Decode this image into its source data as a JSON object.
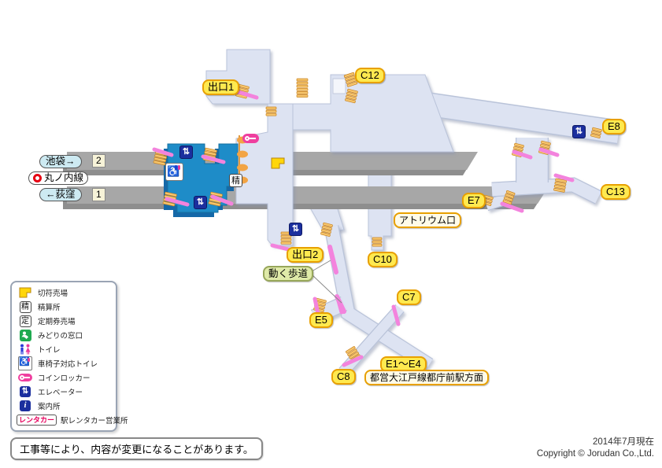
{
  "map": {
    "line": {
      "direction_right": "池袋→",
      "name": "丸ノ内線",
      "direction_left": "←荻窪",
      "platform_upper": "2",
      "platform_lower": "1",
      "line_color": "#e60012"
    },
    "labels": {
      "exit1": "出口1",
      "c12": "C12",
      "e8": "E8",
      "e7": "E7",
      "c13": "C13",
      "atrium": "アトリウム口",
      "exit2": "出口2",
      "c10": "C10",
      "moving_walkway": "動く歩道",
      "e5": "E5",
      "c7": "C7",
      "c8": "C8",
      "e1e4": "E1〜E4",
      "oedo_direction": "都営大江戸線都庁前駅方面"
    },
    "badges": {
      "fare_adjustment": "精"
    }
  },
  "icons": {
    "elevator_glyph": "⇅",
    "wheelchair_glyph": "♿",
    "information_glyph": "i"
  },
  "legend": {
    "items": [
      {
        "icon": "ticket-machine-icon",
        "label": "切符売場"
      },
      {
        "icon": "fare-adjustment-icon",
        "glyph": "精",
        "label": "精算所"
      },
      {
        "icon": "commuter-pass-icon",
        "glyph": "定",
        "label": "定期券売場"
      },
      {
        "icon": "midori-window-icon",
        "label": "みどりの窓口"
      },
      {
        "icon": "toilet-icon",
        "label": "トイレ"
      },
      {
        "icon": "wheelchair-toilet-icon",
        "glyph": "♿",
        "label": "車椅子対応トイレ"
      },
      {
        "icon": "coin-locker-icon",
        "label": "コインロッカー"
      },
      {
        "icon": "elevator-icon",
        "glyph": "⇅",
        "label": "エレベーター"
      },
      {
        "icon": "information-icon",
        "glyph": "i",
        "label": "案内所"
      },
      {
        "icon": "rental-car-icon",
        "glyph": "レンタカー",
        "label": "駅レンタカー営業所"
      }
    ]
  },
  "note": "工事等により、内容が変更になることがあります。",
  "footer": {
    "date": "2014年7月現在",
    "copyright": "Copyright © Jorudan Co.,Ltd."
  },
  "colors": {
    "corridor": "#dde3f2",
    "corridor_border": "#b9c3d9",
    "track": "#a7a7a7",
    "platform": "#1e8cc8",
    "stairs": "#f6c56d",
    "escalator": "#f383dd",
    "label_yellow": "#ffe94f",
    "label_green": "#dfeaa8"
  }
}
